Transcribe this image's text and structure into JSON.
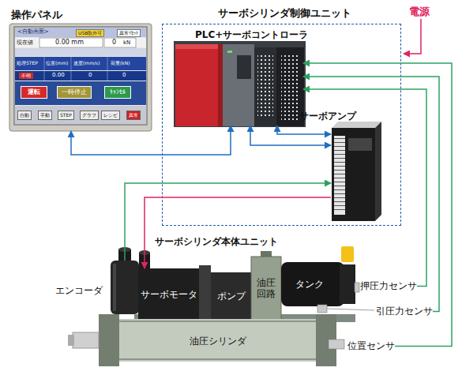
{
  "diagram": {
    "nodes": [
      {
        "text": [
          "操作パネル"
        ]
      },
      {
        "text": [
          "サーボシリンダ制御ユニット"
        ]
      },
      {
        "text": [
          "PLC+サーボコントローラ"
        ],
        "in": 1
      },
      {
        "text": [
          "サーボアンプ"
        ],
        "in": 1
      },
      {
        "text": [
          "エンコーダ"
        ]
      },
      {
        "text": [
          "サーボモータ"
        ]
      },
      {
        "text": [
          "ポンプ"
        ]
      },
      {
        "text": [
          "油圧回路"
        ]
      },
      {
        "text": [
          "タンク"
        ]
      },
      {
        "text": [
          "押圧力センサ"
        ]
      },
      {
        "text": [
          "引圧力センサ"
        ]
      },
      {
        "text": [
          "油圧シリンダ"
        ]
      },
      {
        "text": [
          "位置センサ"
        ]
      }
    ],
    "edges": [
      {
        "from": 0,
        "to": 2,
        "arrow": "both"
      },
      {
        "from": 2,
        "to": 3,
        "arrow": "both"
      },
      {
        "from": 2,
        "to": 3,
        "arrow": "both"
      },
      {
        "from": 4,
        "to": 3,
        "arrow": "to"
      },
      {
        "from": 3,
        "to": 5,
        "arrow": "to"
      },
      {
        "from": 9,
        "to": 2,
        "arrow": "to"
      },
      {
        "from": 10,
        "to": 2,
        "arrow": "to"
      },
      {
        "from": 12,
        "to": 2,
        "arrow": "to"
      }
    ],
    "labels": [
      "電源",
      "サーボシリンダ本体ユニット",
      "<自動画面>",
      "USB取外可",
      "異常ﾘｾｯﾄ",
      "現在値",
      "0.00 mm",
      "0",
      "kN",
      "処理STEP",
      "位置(mm)",
      "速度(mm/s)",
      "荷重(kN)",
      "不明",
      "0.00",
      "0",
      "0",
      "運転",
      "一時停止",
      "ｷｬﾝｾﾙ",
      "自動",
      "手動",
      "STEP",
      "グラフ",
      "レシピ",
      "異常"
    ]
  }
}
